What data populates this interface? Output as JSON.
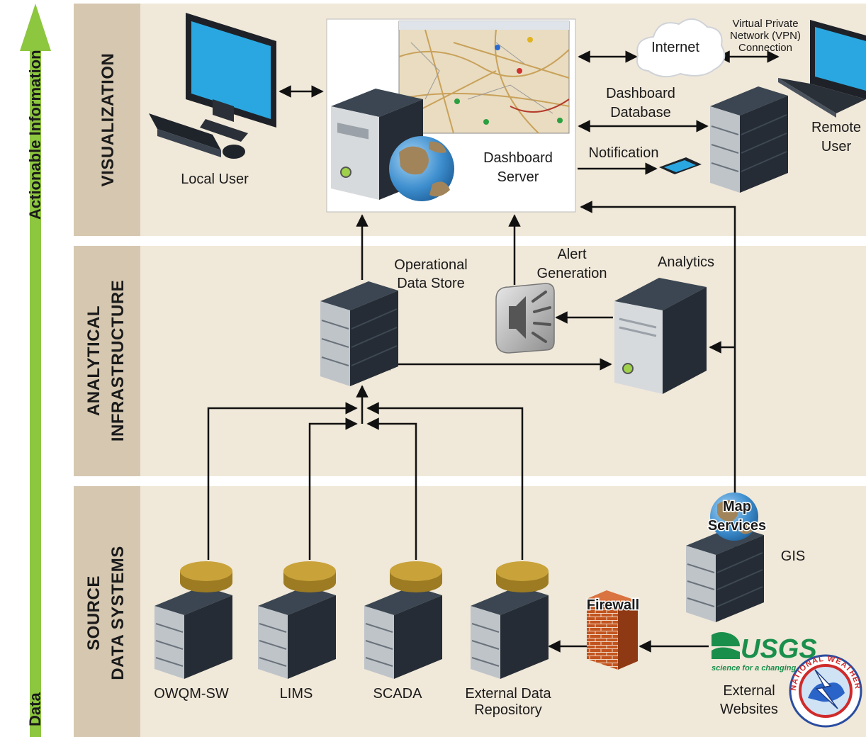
{
  "axis": {
    "top_label": "Actionable Information",
    "bottom_label": "Data"
  },
  "bands": {
    "visualization": "VISUALIZATION",
    "analytical_line1": "ANALYTICAL",
    "analytical_line2": "INFRASTRUCTURE",
    "source_line1": "SOURCE",
    "source_line2": "DATA SYSTEMS"
  },
  "visualization": {
    "local_user": "Local User",
    "dashboard_server_line1": "Dashboard",
    "dashboard_server_line2": "Server",
    "internet": "Internet",
    "vpn_line1": "Virtual Private",
    "vpn_line2": "Network (VPN)",
    "vpn_line3": "Connection",
    "dashboard_db_line1": "Dashboard",
    "dashboard_db_line2": "Database",
    "notification": "Notification",
    "remote_user_line1": "Remote",
    "remote_user_line2": "User"
  },
  "analytical": {
    "ods_line1": "Operational",
    "ods_line2": "Data Store",
    "alert_line1": "Alert",
    "alert_line2": "Generation",
    "analytics": "Analytics"
  },
  "source": {
    "owqm": "OWQM-SW",
    "lims": "LIMS",
    "scada": "SCADA",
    "ext_repo_line1": "External Data",
    "ext_repo_line2": "Repository",
    "firewall": "Firewall",
    "map_line1": "Map",
    "map_line2": "Services",
    "gis": "GIS",
    "usgs": "USGS",
    "usgs_tagline": "science for a changing",
    "nws_ring": "NATIONAL WEATHER SERVICE",
    "ext_websites_line1": "External",
    "ext_websites_line2": "Websites"
  },
  "colors": {
    "band_label_bg": "#d6c7b0",
    "band_bg": "#f0e8d9",
    "green_arrow": "#8dc63f",
    "server_dark": "#2c3540",
    "db_gold": "#c9a33a",
    "usgs_green": "#1a8f4b"
  }
}
